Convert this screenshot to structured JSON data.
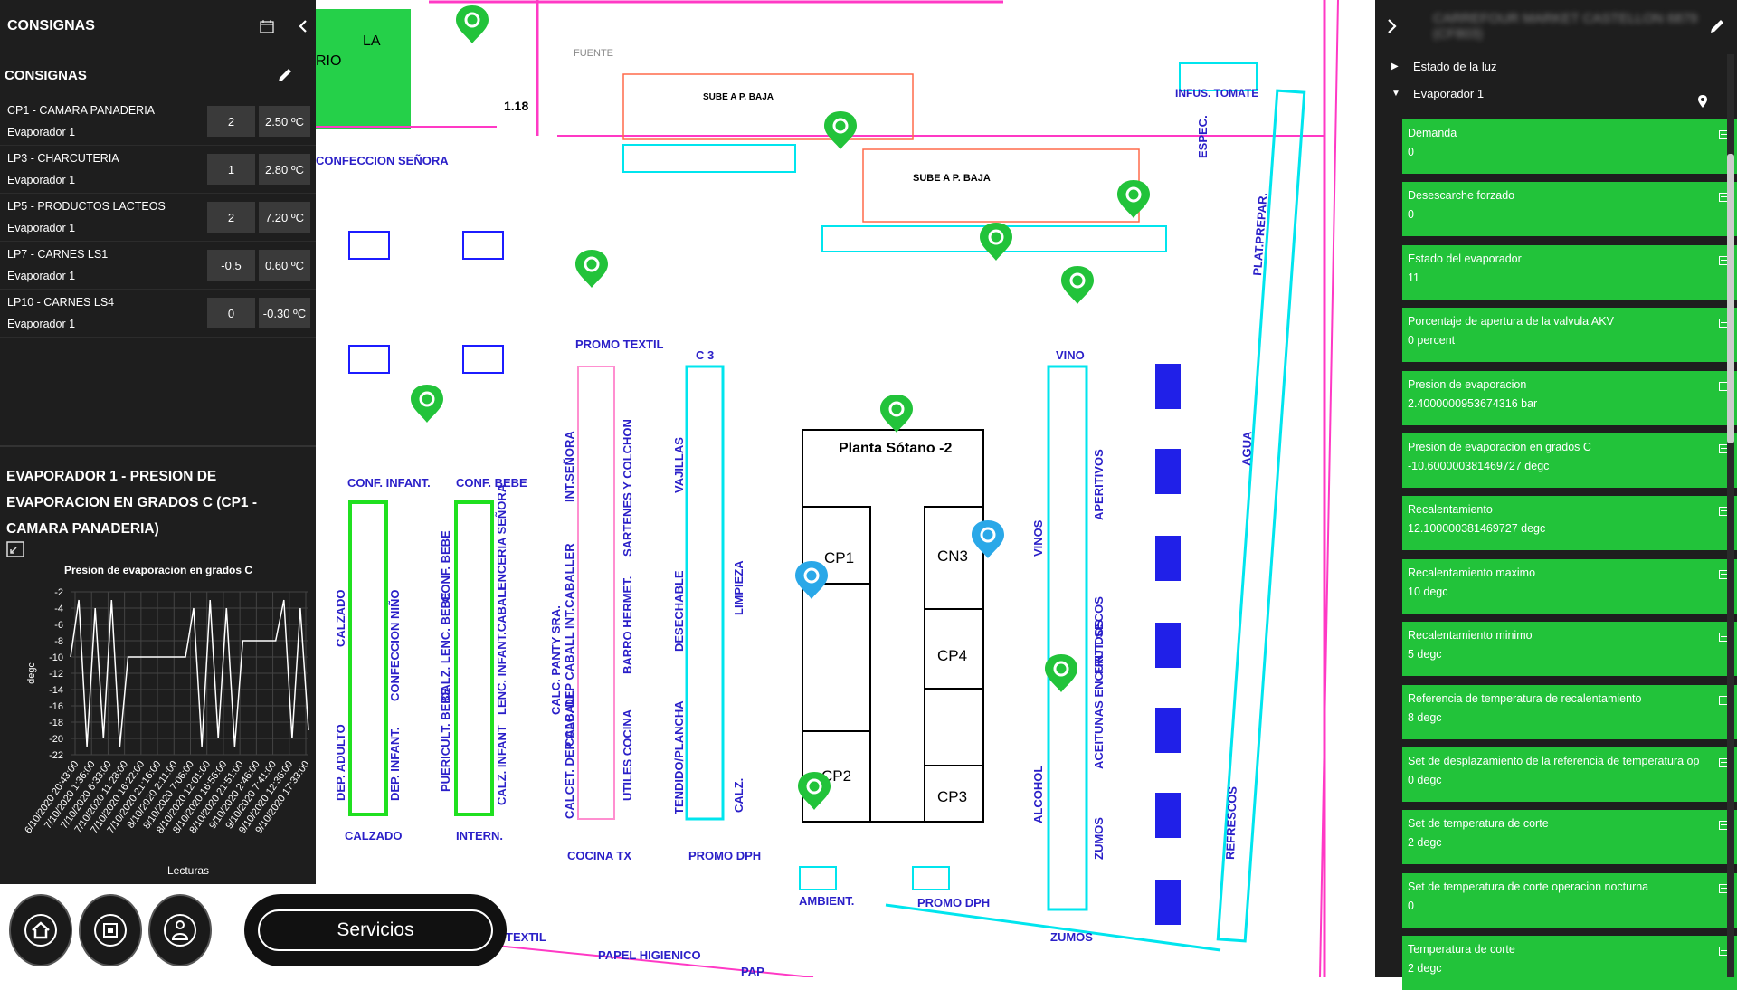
{
  "left": {
    "title": "CONSIGNAS",
    "section_title": "CONSIGNAS",
    "setpoints": [
      {
        "name": "CP1 - CAMARA PANADERIA",
        "sub": "Evaporador 1",
        "v1": "2",
        "v2": "2.50 ºC"
      },
      {
        "name": "LP3 - CHARCUTERIA",
        "sub": "Evaporador 1",
        "v1": "1",
        "v2": "2.80 ºC"
      },
      {
        "name": "LP5 - PRODUCTOS LACTEOS",
        "sub": "Evaporador 1",
        "v1": "2",
        "v2": "7.20 ºC"
      },
      {
        "name": "LP7 - CARNES LS1",
        "sub": "Evaporador 1",
        "v1": "-0.5",
        "v2": "0.60 ºC"
      },
      {
        "name": "LP10 - CARNES LS4",
        "sub": "Evaporador 1",
        "v1": "0",
        "v2": "-0.30 ºC"
      }
    ]
  },
  "chart_section": {
    "title": "EVAPORADOR 1 - PRESION DE EVAPORACION EN GRADOS C (CP1 - CAMARA PANADERIA)"
  },
  "chart_data": {
    "type": "line",
    "title": "Presion de evaporacion en grados C",
    "xlabel": "Lecturas",
    "ylabel": "degc",
    "ylim": [
      -22,
      -2
    ],
    "yticks": [
      "-2",
      "-4",
      "-6",
      "-8",
      "-10",
      "-12",
      "-14",
      "-16",
      "-18",
      "-20",
      "-22"
    ],
    "xticks": [
      "6/10/2020 20:43:00",
      "7/10/2020 1:36:00",
      "7/10/2020 6:33:00",
      "7/10/2020 11:28:00",
      "7/10/2020 16:22:00",
      "7/10/2020 21:16:00",
      "8/10/2020 2:11:00",
      "8/10/2020 7:06:00",
      "8/10/2020 12:01:00",
      "8/10/2020 16:56:00",
      "8/10/2020 21:51:00",
      "9/10/2020 2:46:00",
      "9/10/2020 7:41:00",
      "9/10/2020 12:36:00",
      "9/10/2020 17:33:00"
    ],
    "series": [
      {
        "values": [
          -10,
          -3,
          -21,
          -4,
          -20,
          -3,
          -21,
          -10,
          -10,
          -10,
          -10,
          -10,
          -10,
          -10,
          -10,
          -4,
          -21,
          -3,
          -20,
          -4,
          -21,
          -8,
          -8,
          -8,
          -8,
          -8,
          -3,
          -20,
          -4,
          -19
        ]
      }
    ],
    "grid": true
  },
  "bottom": {
    "services_label": "Servicios"
  },
  "right": {
    "header": "CARREFOUR MARKET CASTELLON 6879 (CF803)",
    "tree": [
      {
        "label": "Estado de la luz",
        "arrow": "▶"
      },
      {
        "label": "Evaporador 1",
        "arrow": "▼"
      }
    ],
    "cards": [
      {
        "label": "Demanda",
        "value": "0"
      },
      {
        "label": "Desescarche forzado",
        "value": "0"
      },
      {
        "label": "Estado del evaporador",
        "value": "11"
      },
      {
        "label": "Porcentaje de apertura de la valvula AKV",
        "value": "0 percent"
      },
      {
        "label": "Presion de evaporacion",
        "value": "2.4000000953674316 bar"
      },
      {
        "label": "Presion de evaporacion en grados C",
        "value": "-10.600000381469727 degc"
      },
      {
        "label": "Recalentamiento",
        "value": "12.100000381469727 degc"
      },
      {
        "label": "Recalentamiento maximo",
        "value": "10 degc"
      },
      {
        "label": "Recalentamiento minimo",
        "value": "5 degc"
      },
      {
        "label": "Referencia de temperatura de recalentamiento",
        "value": "8 degc"
      },
      {
        "label": "Set de desplazamiento de la referencia de temperatura op",
        "value": "0 degc"
      },
      {
        "label": "Set de temperatura de corte",
        "value": "2 degc"
      },
      {
        "label": "Set de temperatura de corte operacion nocturna",
        "value": "0"
      },
      {
        "label": "Temperatura de corte",
        "value": "2 degc"
      }
    ]
  },
  "map": {
    "labels": {
      "planta": "Planta Sótano -2",
      "cp1": "CP1",
      "cp2": "CP2",
      "cp3": "CP3",
      "cp4": "CP4",
      "cn3": "CN3",
      "sube_baja": "SUBE A P. BAJA",
      "sube_baja2": "SUBE A P. BAJA",
      "fuente": "FUENTE",
      "infus": "INFUS. TOMATE",
      "confeccion": "CONFECCION SEÑORA",
      "espec": "ESPEC.",
      "plat": "PLAT.PREPAR.",
      "dim": "1.18",
      "rio": "RIO",
      "la": "LA",
      "promo_textil": "PROMO TEXTIL",
      "c3": "C 3",
      "vino": "VINO",
      "conf_infant": "CONF. INFANT.",
      "conf_bebe": "CONF. BEBE",
      "calzado": "CALZADO",
      "interm": "INTERN.",
      "cocina": "COCINA TX",
      "promo_dph": "PROMO DPH",
      "ambient": "AMBIENT.",
      "promo_dph2": "PROMO DPH",
      "zumos": "ZUMOS",
      "agua": "AGUA",
      "refrescos": "REFRESCOS",
      "alcohol": "ALCOHOL",
      "vinos": "VINOS",
      "aperitivos": "APERITIVOS",
      "frut": "FRUT. SECOS",
      "aceitunas": "ACEITUNAS ENCURTIDOS",
      "zumos2": "ZUMOS",
      "vajillas": "VAJILLAS",
      "limpieza": "LIMPIEZA",
      "desechable": "DESECHABLE",
      "tendido": "TENDIDO/PLANCHA",
      "calz": "CALZ.",
      "int_senora": "INT.SEÑORA",
      "sartenes": "SARTENES Y COLCHON",
      "int_caballer": "INT.CABALLER",
      "barro": "BARRO HERMET.",
      "utiles": "UTILES COCINA",
      "calc_panty": "CALC. PANTY SRA.",
      "calc_dep": "CALC. DEP CABALL",
      "calcet": "CALCET. DEP CABALL",
      "calzado2": "CALZADO",
      "conf_nino": "CONFECCION NIÑO",
      "dep_adulto": "DEP. ADULTO",
      "dep_infant": "DEP. INFANT.",
      "lenceria": "LENCERIA SEÑORA",
      "lenc_infant": "LENC. INFANT.CABALL",
      "calz_infant": "CALZ. INFANT",
      "calz_lenc": "CALZ. LENC. BEBE",
      "conf_bebe2": "CONF. BEBE",
      "puericult": "PUERICULT. BEBE",
      "textil": "TEXTIL",
      "papel": "PAPEL HIGIENICO",
      "pap": "PAP"
    }
  },
  "colors": {
    "panel": "#1e1e1e",
    "green": "#22c33a",
    "cyan": "#00e5ee",
    "magenta": "#ff39c5",
    "pink": "#ff8fd0",
    "red": "#ff1a1a",
    "blue": "#1c1cff",
    "cad_green": "#20e020"
  }
}
